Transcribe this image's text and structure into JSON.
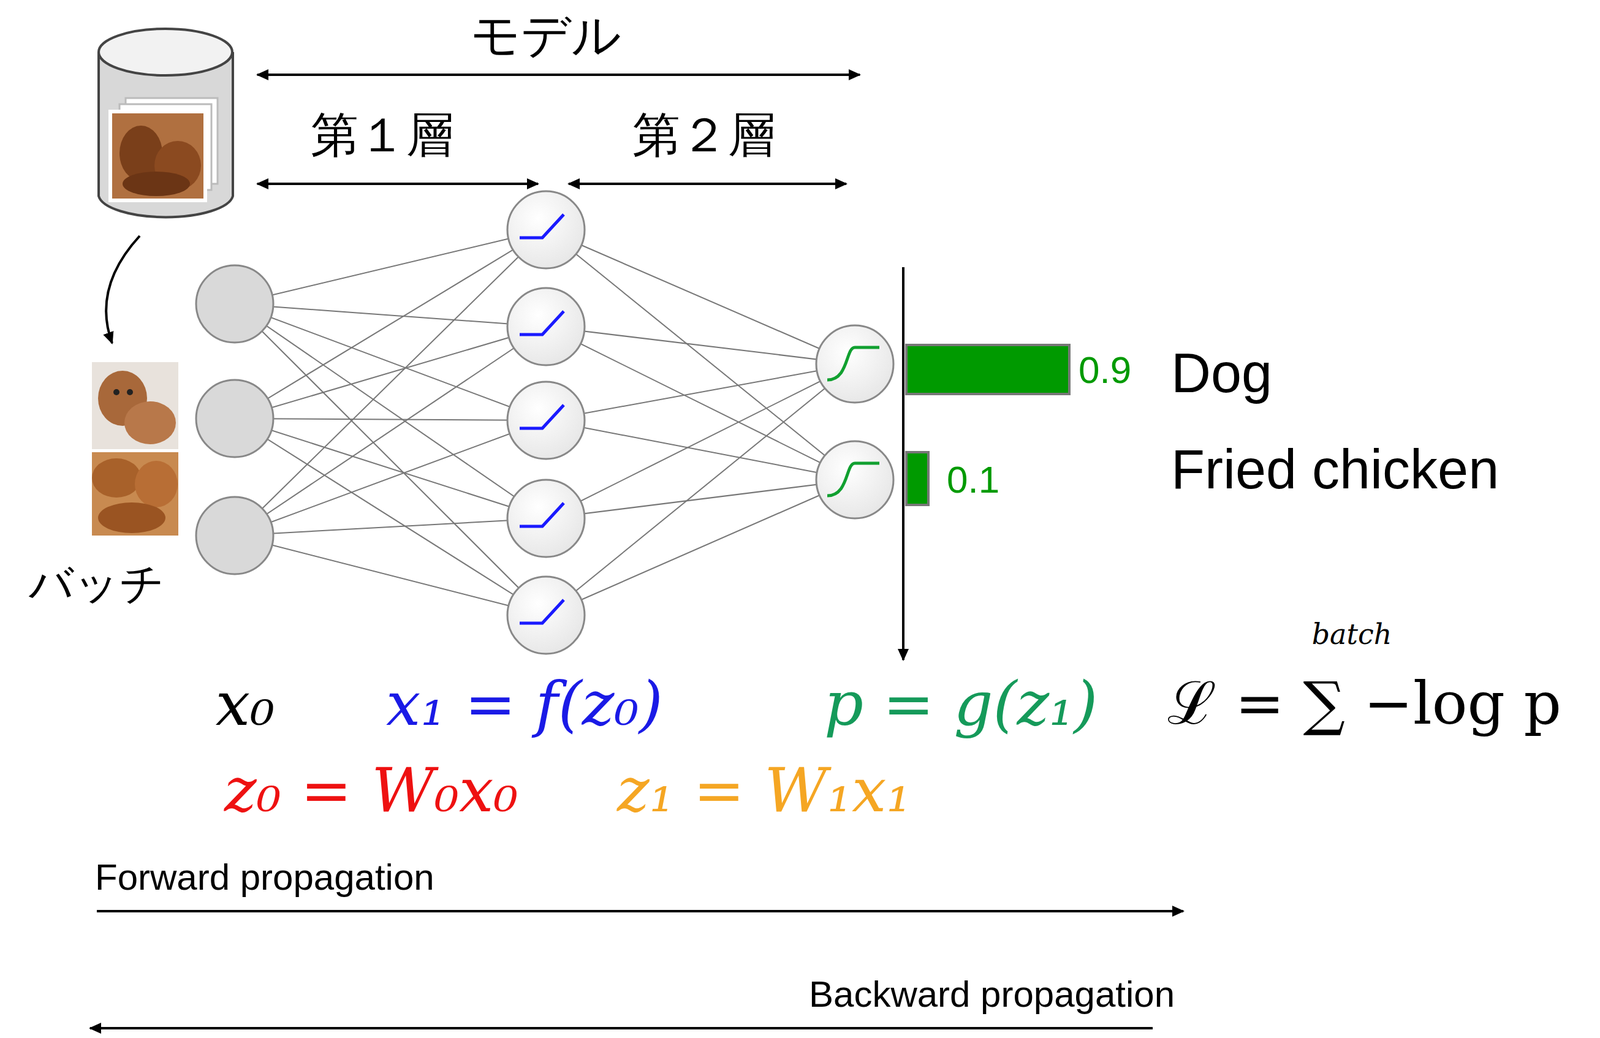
{
  "diagram": {
    "labels": [
      "モデル",
      "第１層",
      "第２層",
      "バッチ",
      "0.9",
      "Dog",
      "0.1",
      "Fried chicken",
      "x₀",
      "x₁ = f(z₀)",
      "p = g(z₁)",
      "batch",
      "ℒ = ∑ −log p",
      "z₀ = W₀x₀",
      "z₁ = W₁x₁",
      "Forward propagation",
      "Backward propagation"
    ]
  }
}
